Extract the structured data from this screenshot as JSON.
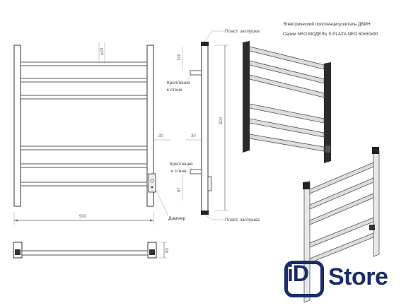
{
  "title": {
    "line1": "Электрический полотенцесушитель ДВИН",
    "line2": "Серии NEO МОДЕЛЬ S PLAZA NEO 60x50x90"
  },
  "labels": {
    "top_cap": "Пласт. заглушка",
    "bottom_cap": "Пласт. заглушка",
    "wall_mount_top_1": "Крепление",
    "wall_mount_top_2": "к стене",
    "wall_mount_bottom_1": "Крепление",
    "wall_mount_bottom_2": "к стене",
    "dimmer": "Диммер"
  },
  "dimensions": {
    "tube_diameter": "⌀20",
    "top_offset": "100",
    "gap_right": "30",
    "gap_side": "30",
    "height": "600",
    "bottom_offset": "87",
    "width": "500",
    "depth": "80"
  },
  "logo": {
    "mark": "iD",
    "text": "Store",
    "color": "#1b2b6b"
  }
}
